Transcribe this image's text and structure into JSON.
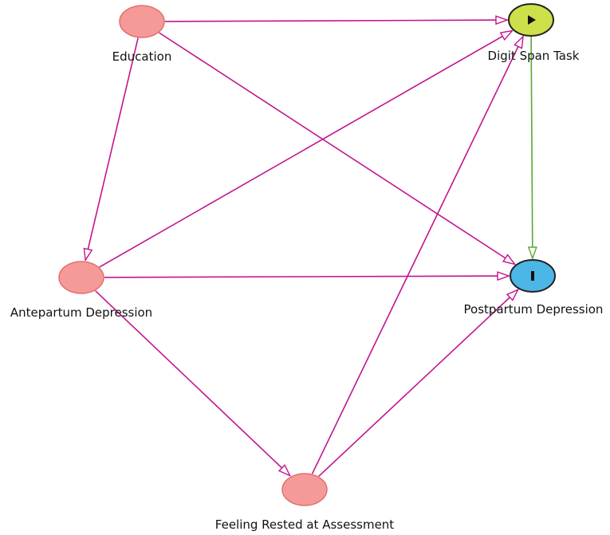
{
  "colors": {
    "causal_path": "#c2148f",
    "target_path": "#5aa832",
    "ancestor_fill": "#f59a98",
    "ancestor_stroke": "#e0706d",
    "exposure_fill": "#cde04a",
    "outcome_fill": "#4cb6e6",
    "node_stroke_dark": "#222222"
  },
  "nodes": [
    {
      "id": "education",
      "label": "Education",
      "role": "ancestor",
      "icon": ""
    },
    {
      "id": "digit_span",
      "label": "Digit Span Task",
      "role": "exposure",
      "icon": "play-icon"
    },
    {
      "id": "antepartum",
      "label": "Antepartum Depression",
      "role": "ancestor",
      "icon": ""
    },
    {
      "id": "postpartum",
      "label": "Postpartum Depression",
      "role": "outcome",
      "icon": "bar-icon"
    },
    {
      "id": "rested",
      "label": "Feeling Rested at Assessment",
      "role": "ancestor",
      "icon": ""
    }
  ],
  "edges": [
    {
      "from": "education",
      "to": "digit_span",
      "kind": "causal"
    },
    {
      "from": "education",
      "to": "postpartum",
      "kind": "causal"
    },
    {
      "from": "education",
      "to": "antepartum",
      "kind": "causal"
    },
    {
      "from": "antepartum",
      "to": "digit_span",
      "kind": "causal"
    },
    {
      "from": "antepartum",
      "to": "postpartum",
      "kind": "causal"
    },
    {
      "from": "antepartum",
      "to": "rested",
      "kind": "causal"
    },
    {
      "from": "rested",
      "to": "digit_span",
      "kind": "causal"
    },
    {
      "from": "rested",
      "to": "postpartum",
      "kind": "causal"
    },
    {
      "from": "digit_span",
      "to": "postpartum",
      "kind": "target"
    }
  ]
}
